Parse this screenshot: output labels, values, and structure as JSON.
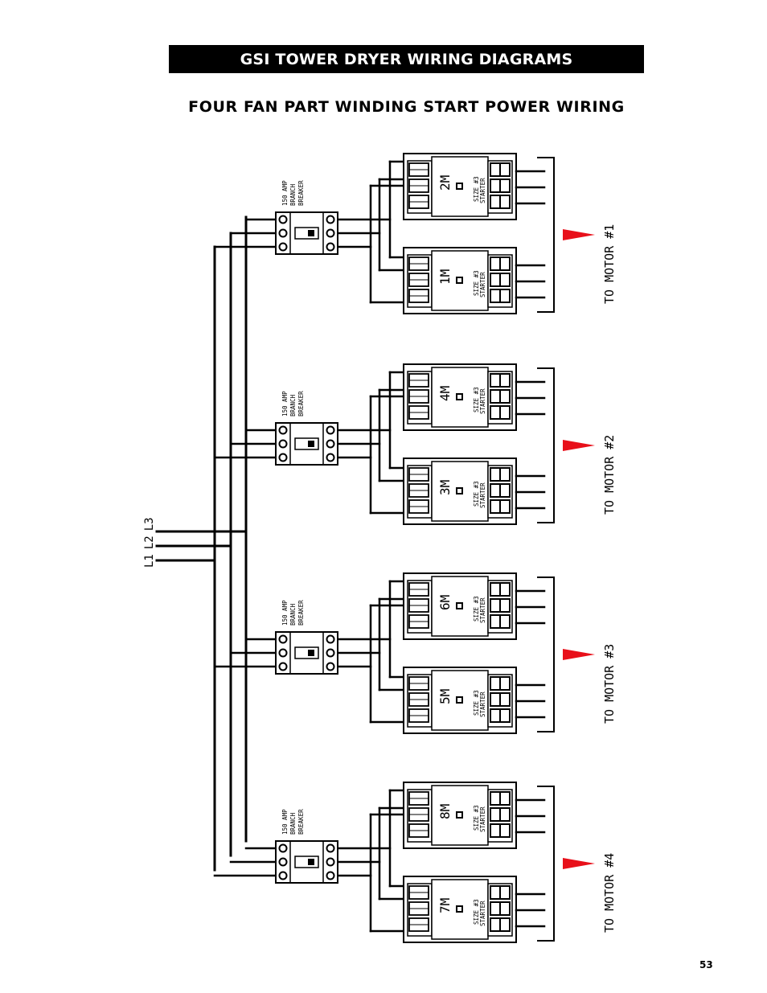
{
  "header": {
    "banner_title": "GSI TOWER DRYER WIRING DIAGRAMS",
    "subtitle": "FOUR FAN PART WINDING START POWER WIRING"
  },
  "diagram": {
    "supply_lines": [
      "L1",
      "L2",
      "L3"
    ],
    "breaker_label_lines": [
      "150 AMP",
      "BRANCH",
      "BREAKER"
    ],
    "starter_label_lines": [
      "SIZE #3",
      "STARTER"
    ],
    "groups": [
      {
        "motor_label": "TO MOTOR #1",
        "starters": [
          "2M",
          "1M"
        ]
      },
      {
        "motor_label": "TO MOTOR #2",
        "starters": [
          "4M",
          "3M"
        ]
      },
      {
        "motor_label": "TO MOTOR #3",
        "starters": [
          "6M",
          "5M"
        ]
      },
      {
        "motor_label": "TO MOTOR #4",
        "starters": [
          "8M",
          "7M"
        ]
      }
    ],
    "arrow_color": "#e8101a"
  },
  "footer": {
    "page_number": "53"
  }
}
